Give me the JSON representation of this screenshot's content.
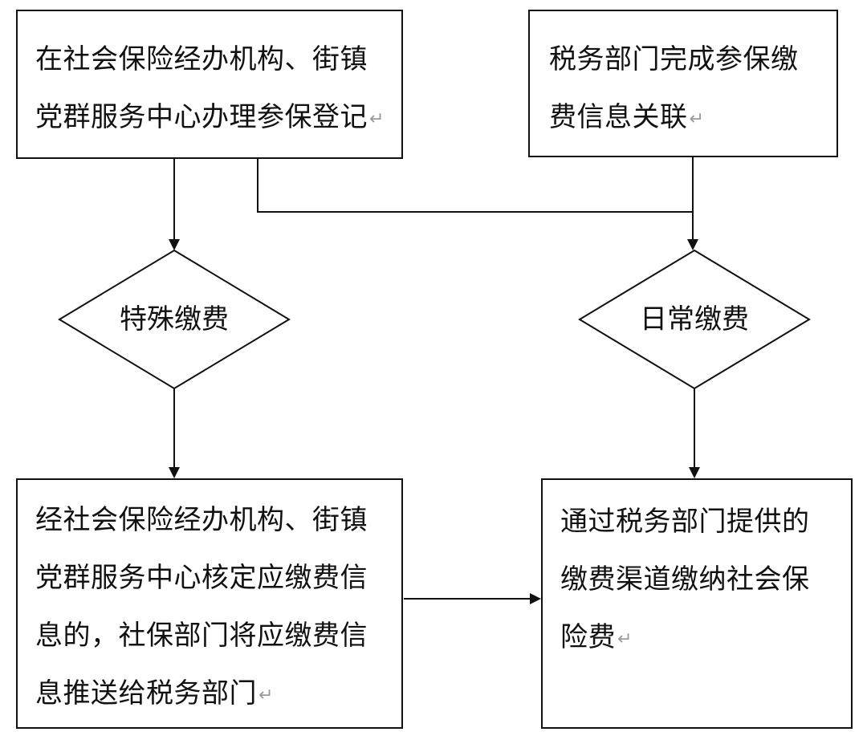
{
  "nodes": {
    "register": {
      "lines": [
        "在社会保险经办机构、街镇",
        "党群服务中心办理参保登记"
      ]
    },
    "tax_link": {
      "lines": [
        "税务部门完成参保缴",
        "费信息关联"
      ]
    },
    "special_pay": {
      "label": "特殊缴费"
    },
    "daily_pay": {
      "label": "日常缴费"
    },
    "verify": {
      "lines": [
        "经社会保险经办机构、街镇",
        "党群服务中心核定应缴费信",
        "息的，社保部门将应缴费信",
        "息推送给税务部门"
      ]
    },
    "pay_channel": {
      "lines": [
        "通过税务部门提供的",
        "缴费渠道缴纳社会保",
        "险费"
      ]
    }
  },
  "return_mark": "↵"
}
